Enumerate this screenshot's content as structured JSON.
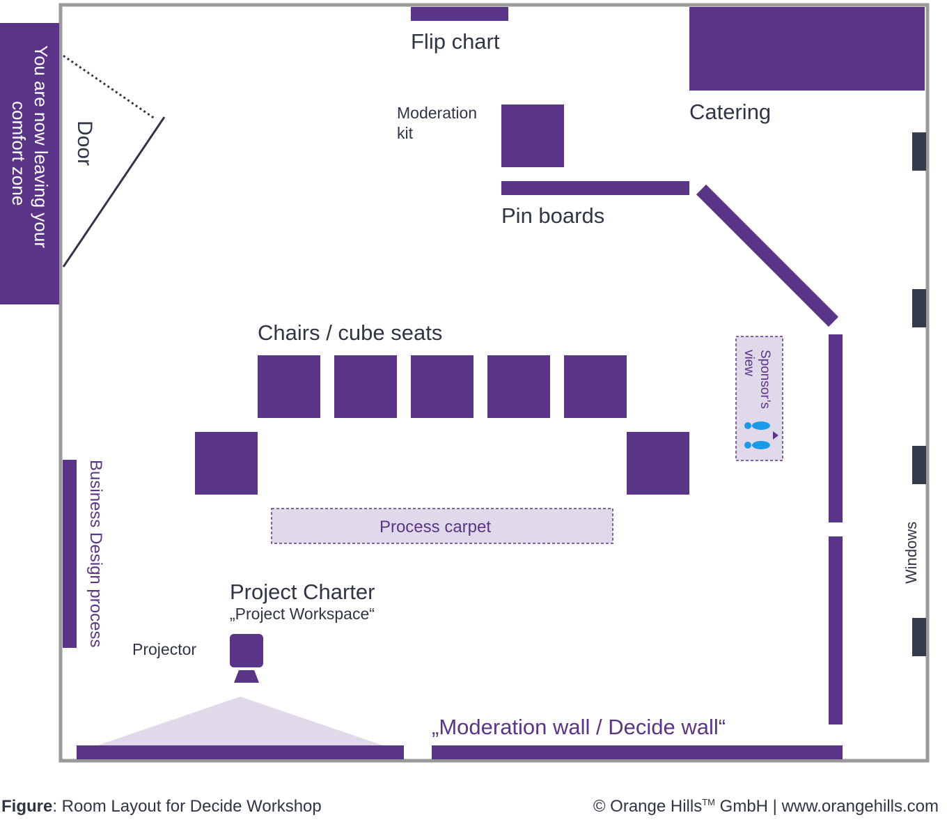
{
  "colors": {
    "furniture": "#5a3587",
    "carpet": "#e0d9ea",
    "wall": "#9a9a9a",
    "window": "#343b4b",
    "text": "#2f3544",
    "footprint": "#1a9be8"
  },
  "labels": {
    "comfort_zone_line1": "You are now leaving your",
    "comfort_zone_line2": "comfort zone",
    "door": "Door",
    "flip_chart": "Flip chart",
    "catering": "Catering",
    "moderation_kit_line1": "Moderation",
    "moderation_kit_line2": "kit",
    "pin_boards": "Pin boards",
    "chairs": "Chairs / cube seats",
    "sponsors_view_line1": "Sponsor’s",
    "sponsors_view_line2": "view",
    "process_carpet": "Process carpet",
    "business_design": "Business Design process",
    "project_charter": "Project Charter",
    "project_workspace": "„Project Workspace“",
    "projector": "Projector",
    "moderation_wall": "„Moderation wall / Decide wall“",
    "windows": "Windows"
  },
  "footer": {
    "caption_bold": "Figure",
    "caption_text": ": Room Layout for Decide Workshop",
    "copyright_pre": "© Orange Hills",
    "copyright_tm": "TM",
    "copyright_post": " GmbH | www.orangehills.com"
  }
}
